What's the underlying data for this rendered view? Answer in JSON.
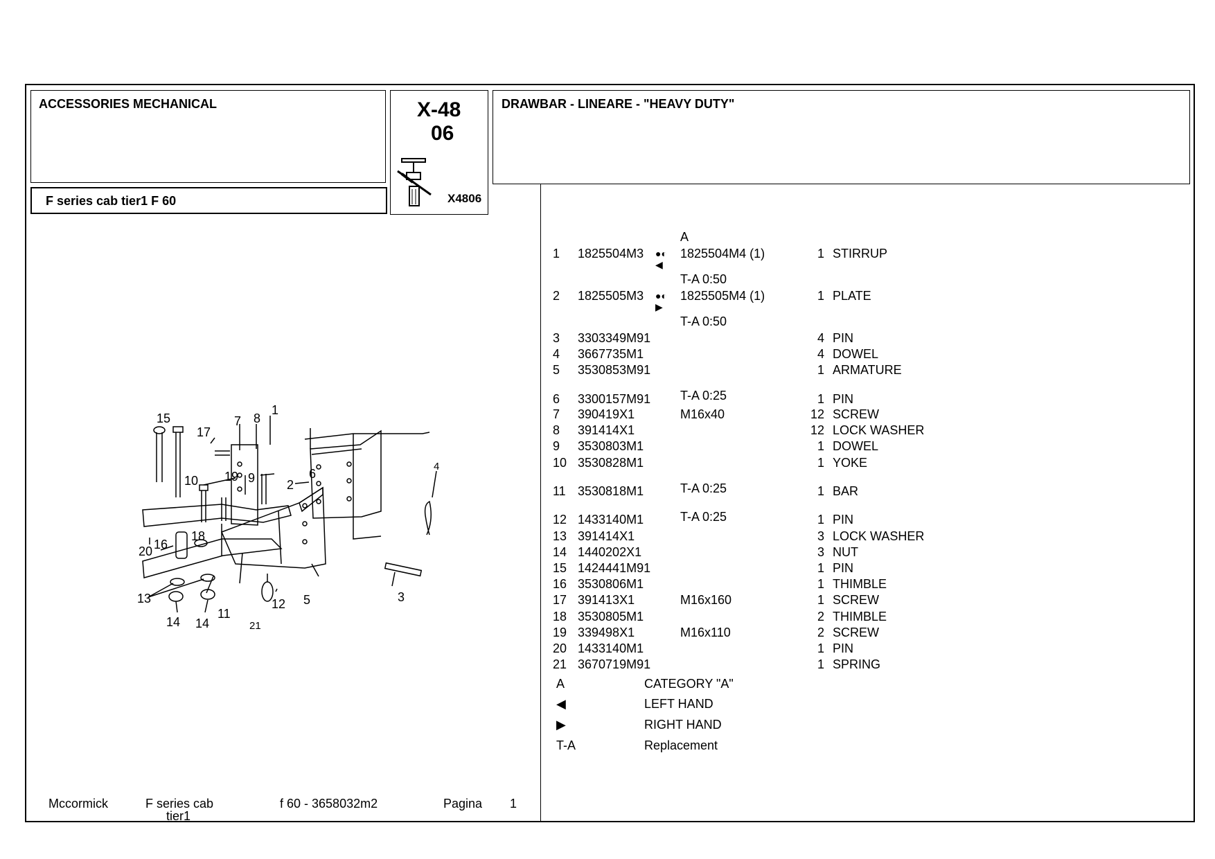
{
  "header": {
    "section_title": "ACCESSORIES MECHANICAL",
    "model_label": "F series cab tier1   F 60",
    "code_main": "X-48",
    "code_sub": "06",
    "image_code": "X4806",
    "group_title": "DRAWBAR - LINEARE - \"HEAVY DUTY\""
  },
  "parts": [
    {
      "item": "1",
      "part": "1825504M3",
      "sym": "●◐ ◀",
      "desc": "1825504M4  (1)",
      "qty": "1",
      "name": "STIRRUP",
      "above": "A",
      "below": "T-A 0:50"
    },
    {
      "item": "2",
      "part": "1825505M3",
      "sym": "●◐ ▶",
      "desc": "1825505M4  (1)",
      "qty": "1",
      "name": "PLATE",
      "above": "",
      "below": "T-A 0:50"
    },
    {
      "item": "3",
      "part": "3303349M91",
      "sym": "",
      "desc": "",
      "qty": "4",
      "name": "PIN",
      "above": "",
      "below": ""
    },
    {
      "item": "4",
      "part": "3667735M1",
      "sym": "",
      "desc": "",
      "qty": "4",
      "name": "DOWEL",
      "above": "",
      "below": ""
    },
    {
      "item": "5",
      "part": "3530853M91",
      "sym": "",
      "desc": "",
      "qty": "1",
      "name": "ARMATURE",
      "above": "",
      "below": "T-A 0:25"
    },
    {
      "item": "6",
      "part": "3300157M91",
      "sym": "",
      "desc": "",
      "qty": "1",
      "name": "PIN",
      "above": "",
      "below": ""
    },
    {
      "item": "7",
      "part": "390419X1",
      "sym": "",
      "desc": "M16x40",
      "qty": "12",
      "name": "SCREW",
      "above": "",
      "below": ""
    },
    {
      "item": "8",
      "part": "391414X1",
      "sym": "",
      "desc": "",
      "qty": "12",
      "name": "LOCK WASHER",
      "above": "",
      "below": ""
    },
    {
      "item": "9",
      "part": "3530803M1",
      "sym": "",
      "desc": "",
      "qty": "1",
      "name": "DOWEL",
      "above": "",
      "below": ""
    },
    {
      "item": "10",
      "part": "3530828M1",
      "sym": "",
      "desc": "",
      "qty": "1",
      "name": "YOKE",
      "above": "",
      "below": "T-A 0:25"
    },
    {
      "item": "11",
      "part": "3530818M1",
      "sym": "",
      "desc": "",
      "qty": "1",
      "name": "BAR",
      "above": "",
      "below": "T-A 0:25"
    },
    {
      "item": "12",
      "part": "1433140M1",
      "sym": "",
      "desc": "",
      "qty": "1",
      "name": "PIN",
      "above": "",
      "below": ""
    },
    {
      "item": "13",
      "part": "391414X1",
      "sym": "",
      "desc": "",
      "qty": "3",
      "name": "LOCK WASHER",
      "above": "",
      "below": ""
    },
    {
      "item": "14",
      "part": "1440202X1",
      "sym": "",
      "desc": "",
      "qty": "3",
      "name": "NUT",
      "above": "",
      "below": ""
    },
    {
      "item": "15",
      "part": "1424441M91",
      "sym": "",
      "desc": "",
      "qty": "1",
      "name": "PIN",
      "above": "",
      "below": ""
    },
    {
      "item": "16",
      "part": "3530806M1",
      "sym": "",
      "desc": "",
      "qty": "1",
      "name": "THIMBLE",
      "above": "",
      "below": ""
    },
    {
      "item": "17",
      "part": "391413X1",
      "sym": "",
      "desc": "M16x160",
      "qty": "1",
      "name": "SCREW",
      "above": "",
      "below": ""
    },
    {
      "item": "18",
      "part": "3530805M1",
      "sym": "",
      "desc": "",
      "qty": "2",
      "name": "THIMBLE",
      "above": "",
      "below": ""
    },
    {
      "item": "19",
      "part": "339498X1",
      "sym": "",
      "desc": "M16x110",
      "qty": "2",
      "name": "SCREW",
      "above": "",
      "below": ""
    },
    {
      "item": "20",
      "part": "1433140M1",
      "sym": "",
      "desc": "",
      "qty": "1",
      "name": "PIN",
      "above": "",
      "below": ""
    },
    {
      "item": "21",
      "part": "3670719M91",
      "sym": "",
      "desc": "",
      "qty": "1",
      "name": "SPRING",
      "above": "",
      "below": ""
    }
  ],
  "legend": [
    {
      "key": "A",
      "value": "CATEGORY \"A\""
    },
    {
      "key": "◀",
      "value": "LEFT HAND"
    },
    {
      "key": "▶",
      "value": "RIGHT HAND"
    },
    {
      "key": "T-A",
      "value": "Replacement"
    }
  ],
  "footer": {
    "brand": "Mccormick",
    "series_line1": "F series cab",
    "series_line2": "tier1",
    "model_ref": "f 60 - 3658032m2",
    "page_label": "Pagina",
    "page_number": "1"
  },
  "diagram_callouts": [
    "1",
    "2",
    "3",
    "4",
    "5",
    "6",
    "7",
    "8",
    "9",
    "10",
    "11",
    "12",
    "13",
    "14",
    "14",
    "15",
    "16",
    "17",
    "18",
    "19",
    "20",
    "21"
  ]
}
